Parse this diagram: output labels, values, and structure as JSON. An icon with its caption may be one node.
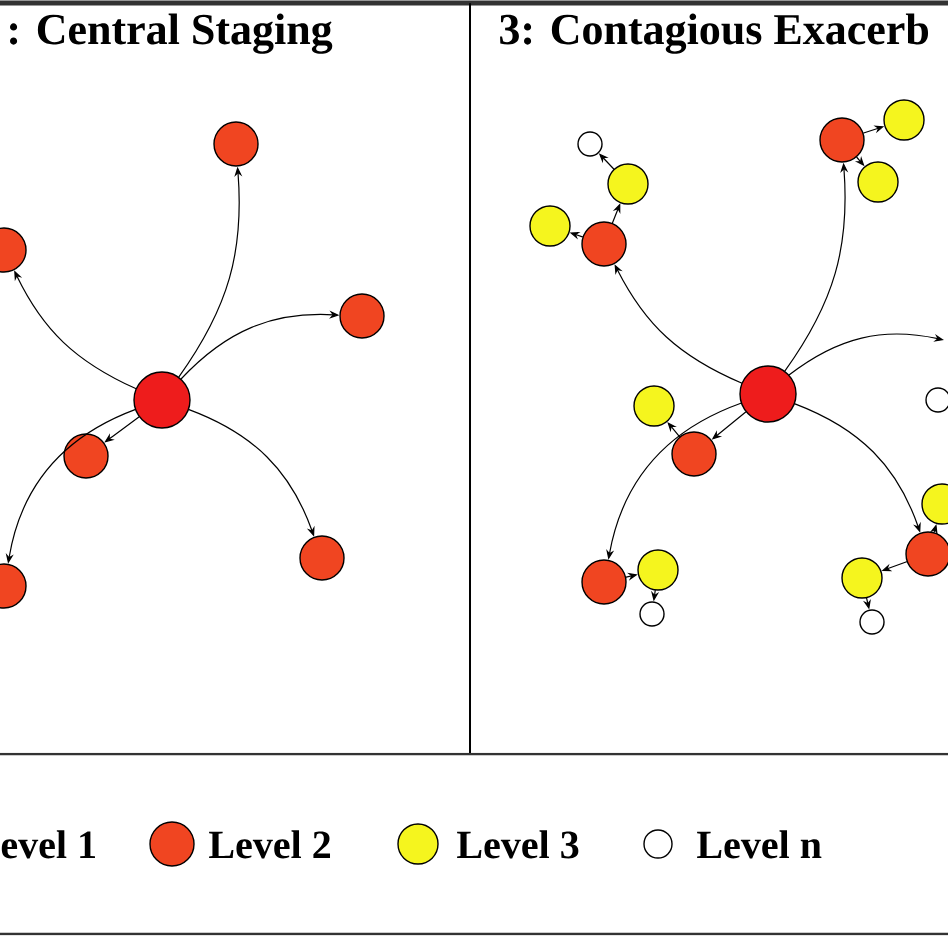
{
  "diagram": {
    "nodes": [
      {
        "text": [],
        "shape": "circle"
      },
      {
        "text": [],
        "shape": "circle"
      },
      {
        "text": [],
        "shape": "circle"
      },
      {
        "text": [],
        "shape": "circle"
      },
      {
        "text": [],
        "shape": "circle"
      },
      {
        "text": [],
        "shape": "circle"
      },
      {
        "text": [],
        "shape": "circle"
      },
      {
        "text": [],
        "shape": "circle"
      },
      {
        "text": [],
        "shape": "circle"
      },
      {
        "text": [],
        "shape": "circle"
      },
      {
        "text": [],
        "shape": "circle"
      },
      {
        "text": [],
        "shape": "circle"
      },
      {
        "text": [],
        "shape": "circle"
      },
      {
        "text": [],
        "shape": "circle"
      },
      {
        "text": [],
        "shape": "circle"
      },
      {
        "text": [],
        "shape": "circle"
      },
      {
        "text": [],
        "shape": "circle"
      },
      {
        "text": [],
        "shape": "circle"
      },
      {
        "text": [],
        "shape": "circle"
      },
      {
        "text": [],
        "shape": "circle"
      },
      {
        "text": [],
        "shape": "circle"
      },
      {
        "text": [],
        "shape": "circle"
      },
      {
        "text": [],
        "shape": "circle"
      },
      {
        "text": [],
        "shape": "circle"
      },
      {
        "text": [],
        "shape": "circle"
      }
    ],
    "edges": [
      {
        "from": 3,
        "to": 0,
        "arrow": "to"
      },
      {
        "from": 3,
        "to": 1,
        "arrow": "to"
      },
      {
        "from": 3,
        "to": 2,
        "arrow": "to"
      },
      {
        "from": 3,
        "to": 4,
        "arrow": "to"
      },
      {
        "from": 3,
        "to": 5,
        "arrow": "to"
      },
      {
        "from": 3,
        "to": 6,
        "arrow": "to"
      },
      {
        "from": 14,
        "to": 8,
        "arrow": "to"
      },
      {
        "from": 14,
        "to": 13,
        "arrow": "to"
      },
      {
        "from": 14,
        "to": null,
        "arrow": "to"
      },
      {
        "from": 14,
        "to": 17,
        "arrow": "to"
      },
      {
        "from": 14,
        "to": 19,
        "arrow": "to"
      },
      {
        "from": 14,
        "to": 22,
        "arrow": "to"
      },
      {
        "from": 8,
        "to": 7,
        "arrow": "to"
      },
      {
        "from": 8,
        "to": 10,
        "arrow": "to"
      },
      {
        "from": 13,
        "to": 12,
        "arrow": "to"
      },
      {
        "from": 13,
        "to": 11,
        "arrow": "to"
      },
      {
        "from": 11,
        "to": 9,
        "arrow": "to"
      },
      {
        "from": 17,
        "to": 16,
        "arrow": "to"
      },
      {
        "from": 19,
        "to": 18,
        "arrow": "to"
      },
      {
        "from": 19,
        "to": 21,
        "arrow": "to"
      },
      {
        "from": 21,
        "to": 24,
        "arrow": "to"
      },
      {
        "from": 22,
        "to": 20,
        "arrow": "to"
      },
      {
        "from": 20,
        "to": 23,
        "arrow": "to"
      }
    ],
    "labels": [
      ": Central Staging",
      "3: Contagious Exacerb"
    ],
    "legend": [
      {
        "text": "evel 1"
      },
      {
        "text": "Level 2",
        "color": "#f04521"
      },
      {
        "text": "Level 3",
        "color": "#f5f51e"
      },
      {
        "text": "Level n"
      }
    ]
  }
}
